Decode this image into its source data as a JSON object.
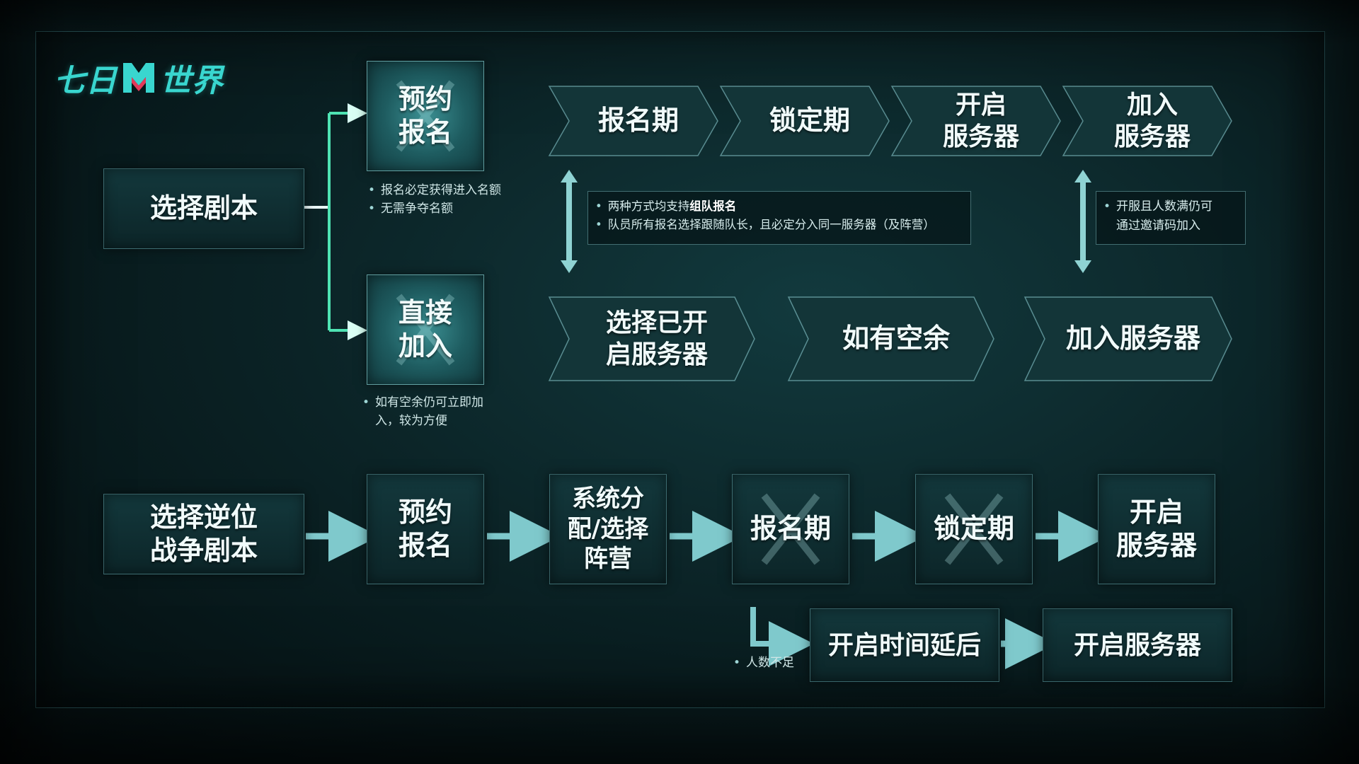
{
  "logo": {
    "text_left": "七日",
    "text_right": "世界"
  },
  "colors": {
    "accent": "#39d6cf",
    "arrow": "#7fc9cc",
    "arrow_bright": "#4fe3b3"
  },
  "top": {
    "select_script": "选择剧本",
    "reserve_signup": "预约\n报名",
    "direct_join": "直接\n加入",
    "reserve_notes": [
      "报名必定获得进入名额",
      "无需争夺名额"
    ],
    "direct_notes": [
      "如有空余仍可立即加\n入，较为方便"
    ],
    "stages": [
      "报名期",
      "锁定期",
      "开启\n服务器",
      "加入\n服务器"
    ],
    "team_note": {
      "line1_prefix": "两种方式均支持",
      "line1_highlight": "组队报名",
      "line2": "队员所有报名选择跟随队长，且必定分入同一服务器（及阵营）"
    },
    "invite_note": "开服且人数满仍可\n通过邀请码加入",
    "direct_stages": [
      "选择已开\n启服务器",
      "如有空余",
      "加入服务器"
    ]
  },
  "bottom": {
    "select_reverse": "选择逆位\n战争剧本",
    "reserve_signup": "预约\n报名",
    "assign_faction": "系统分\n配/选择\n阵营",
    "signup_period": "报名期",
    "lock_period": "锁定期",
    "open_server": "开启\n服务器",
    "delay_open": "开启时间延后",
    "open_server_2": "开启服务器",
    "not_enough_note": "人数不足"
  }
}
